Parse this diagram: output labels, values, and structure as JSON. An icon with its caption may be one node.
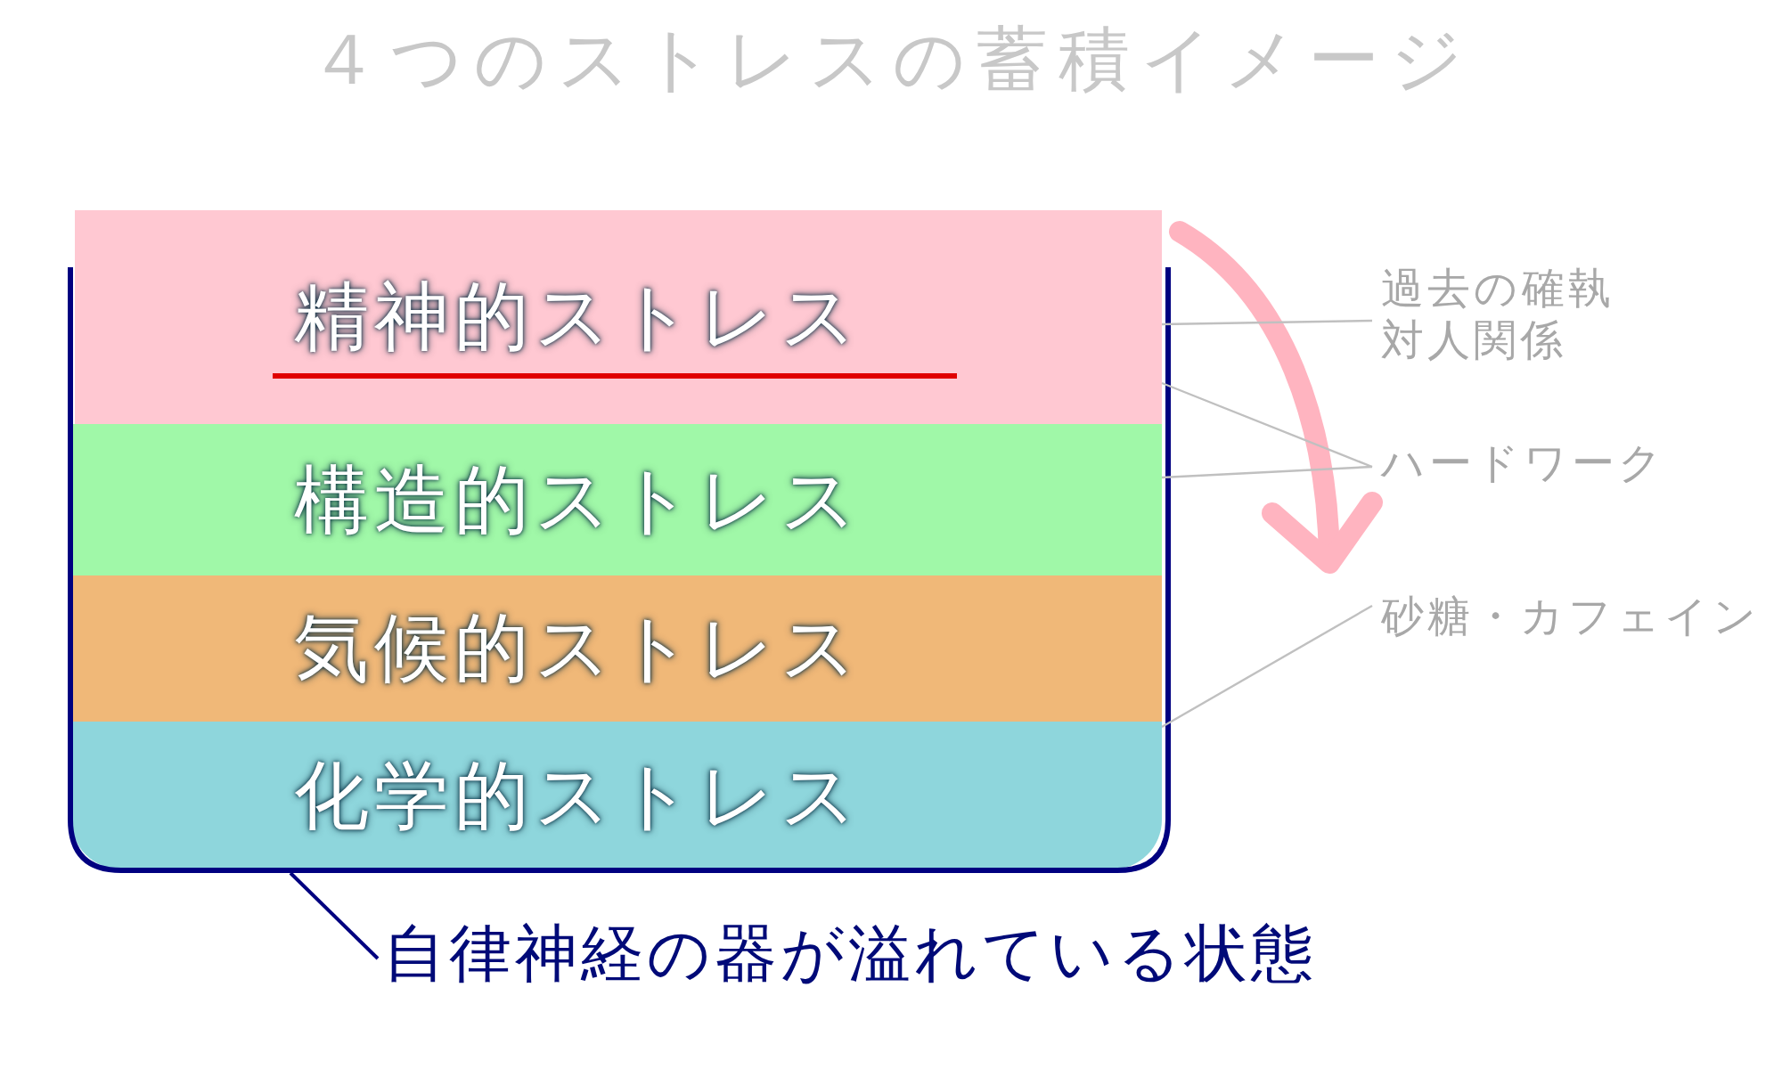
{
  "diagram": {
    "title": "４つのストレスの蓄積イメージ",
    "nodes": [
      {
        "text": [],
        "shape": "box"
      },
      {
        "text": [
          "精神的ストレス"
        ]
      },
      {
        "text": [
          "構造的ストレス"
        ],
        "in": 0
      },
      {
        "text": [
          "気候的ストレス"
        ],
        "in": 0
      },
      {
        "text": [
          "化学的ストレス"
        ],
        "in": 0
      },
      {
        "text": [
          "過去の確執対人関係"
        ]
      },
      {
        "text": [
          "ハードワーク"
        ]
      },
      {
        "text": [
          "砂糖・カフェイン"
        ]
      },
      {
        "text": [
          "自律神経の器が溢れている状態"
        ]
      }
    ],
    "edges": [
      {
        "from": 5,
        "to": 1,
        "arrow": "none"
      },
      {
        "from": 6,
        "to": 1,
        "arrow": "none"
      },
      {
        "from": 6,
        "to": 2,
        "arrow": "none"
      },
      {
        "from": 7,
        "to": 4,
        "arrow": "none"
      },
      {
        "from": 8,
        "to": 0,
        "arrow": "none",
        "color": "#000080"
      }
    ]
  }
}
